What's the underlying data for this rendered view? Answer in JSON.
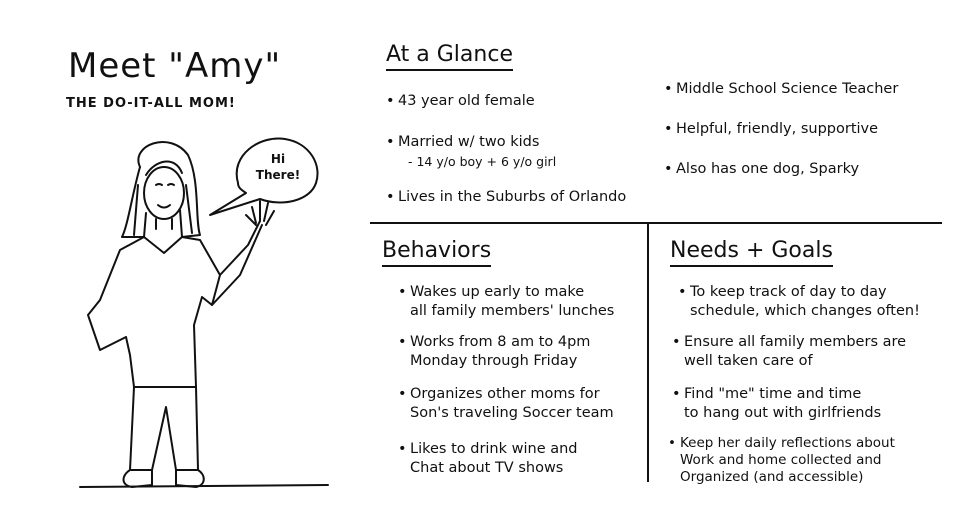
{
  "persona": {
    "title": "Meet \"Amy\"",
    "subtitle": "THE DO-IT-ALL MOM!",
    "speech": [
      "Hi",
      "There!"
    ]
  },
  "at_a_glance": {
    "heading": "At a Glance",
    "left": [
      {
        "text": "43 year old female"
      },
      {
        "text": "Married w/ two kids",
        "sub": "- 14 y/o boy + 6 y/o girl"
      },
      {
        "text": "Lives in the Suburbs of Orlando"
      }
    ],
    "right": [
      {
        "text": "Middle School Science Teacher"
      },
      {
        "text": "Helpful, friendly, supportive"
      },
      {
        "text": "Also has one dog, Sparky"
      }
    ]
  },
  "behaviors": {
    "heading": "Behaviors",
    "items": [
      [
        "Wakes up early to make",
        "all family members' lunches"
      ],
      [
        "Works from 8 am to 4pm",
        "Monday through Friday"
      ],
      [
        "Organizes other moms for",
        "Son's traveling Soccer team"
      ],
      [
        "Likes to drink wine and",
        "Chat about TV shows"
      ]
    ]
  },
  "needs_goals": {
    "heading": "Needs + Goals",
    "items": [
      [
        "To keep track of day to day",
        "schedule, which changes often!"
      ],
      [
        "Ensure all family members are",
        "well taken care of"
      ],
      [
        "Find \"me\" time and time",
        "to hang out with girlfriends"
      ],
      [
        "Keep her daily reflections about",
        "Work and home collected and",
        "Organized (and accessible)"
      ]
    ]
  }
}
